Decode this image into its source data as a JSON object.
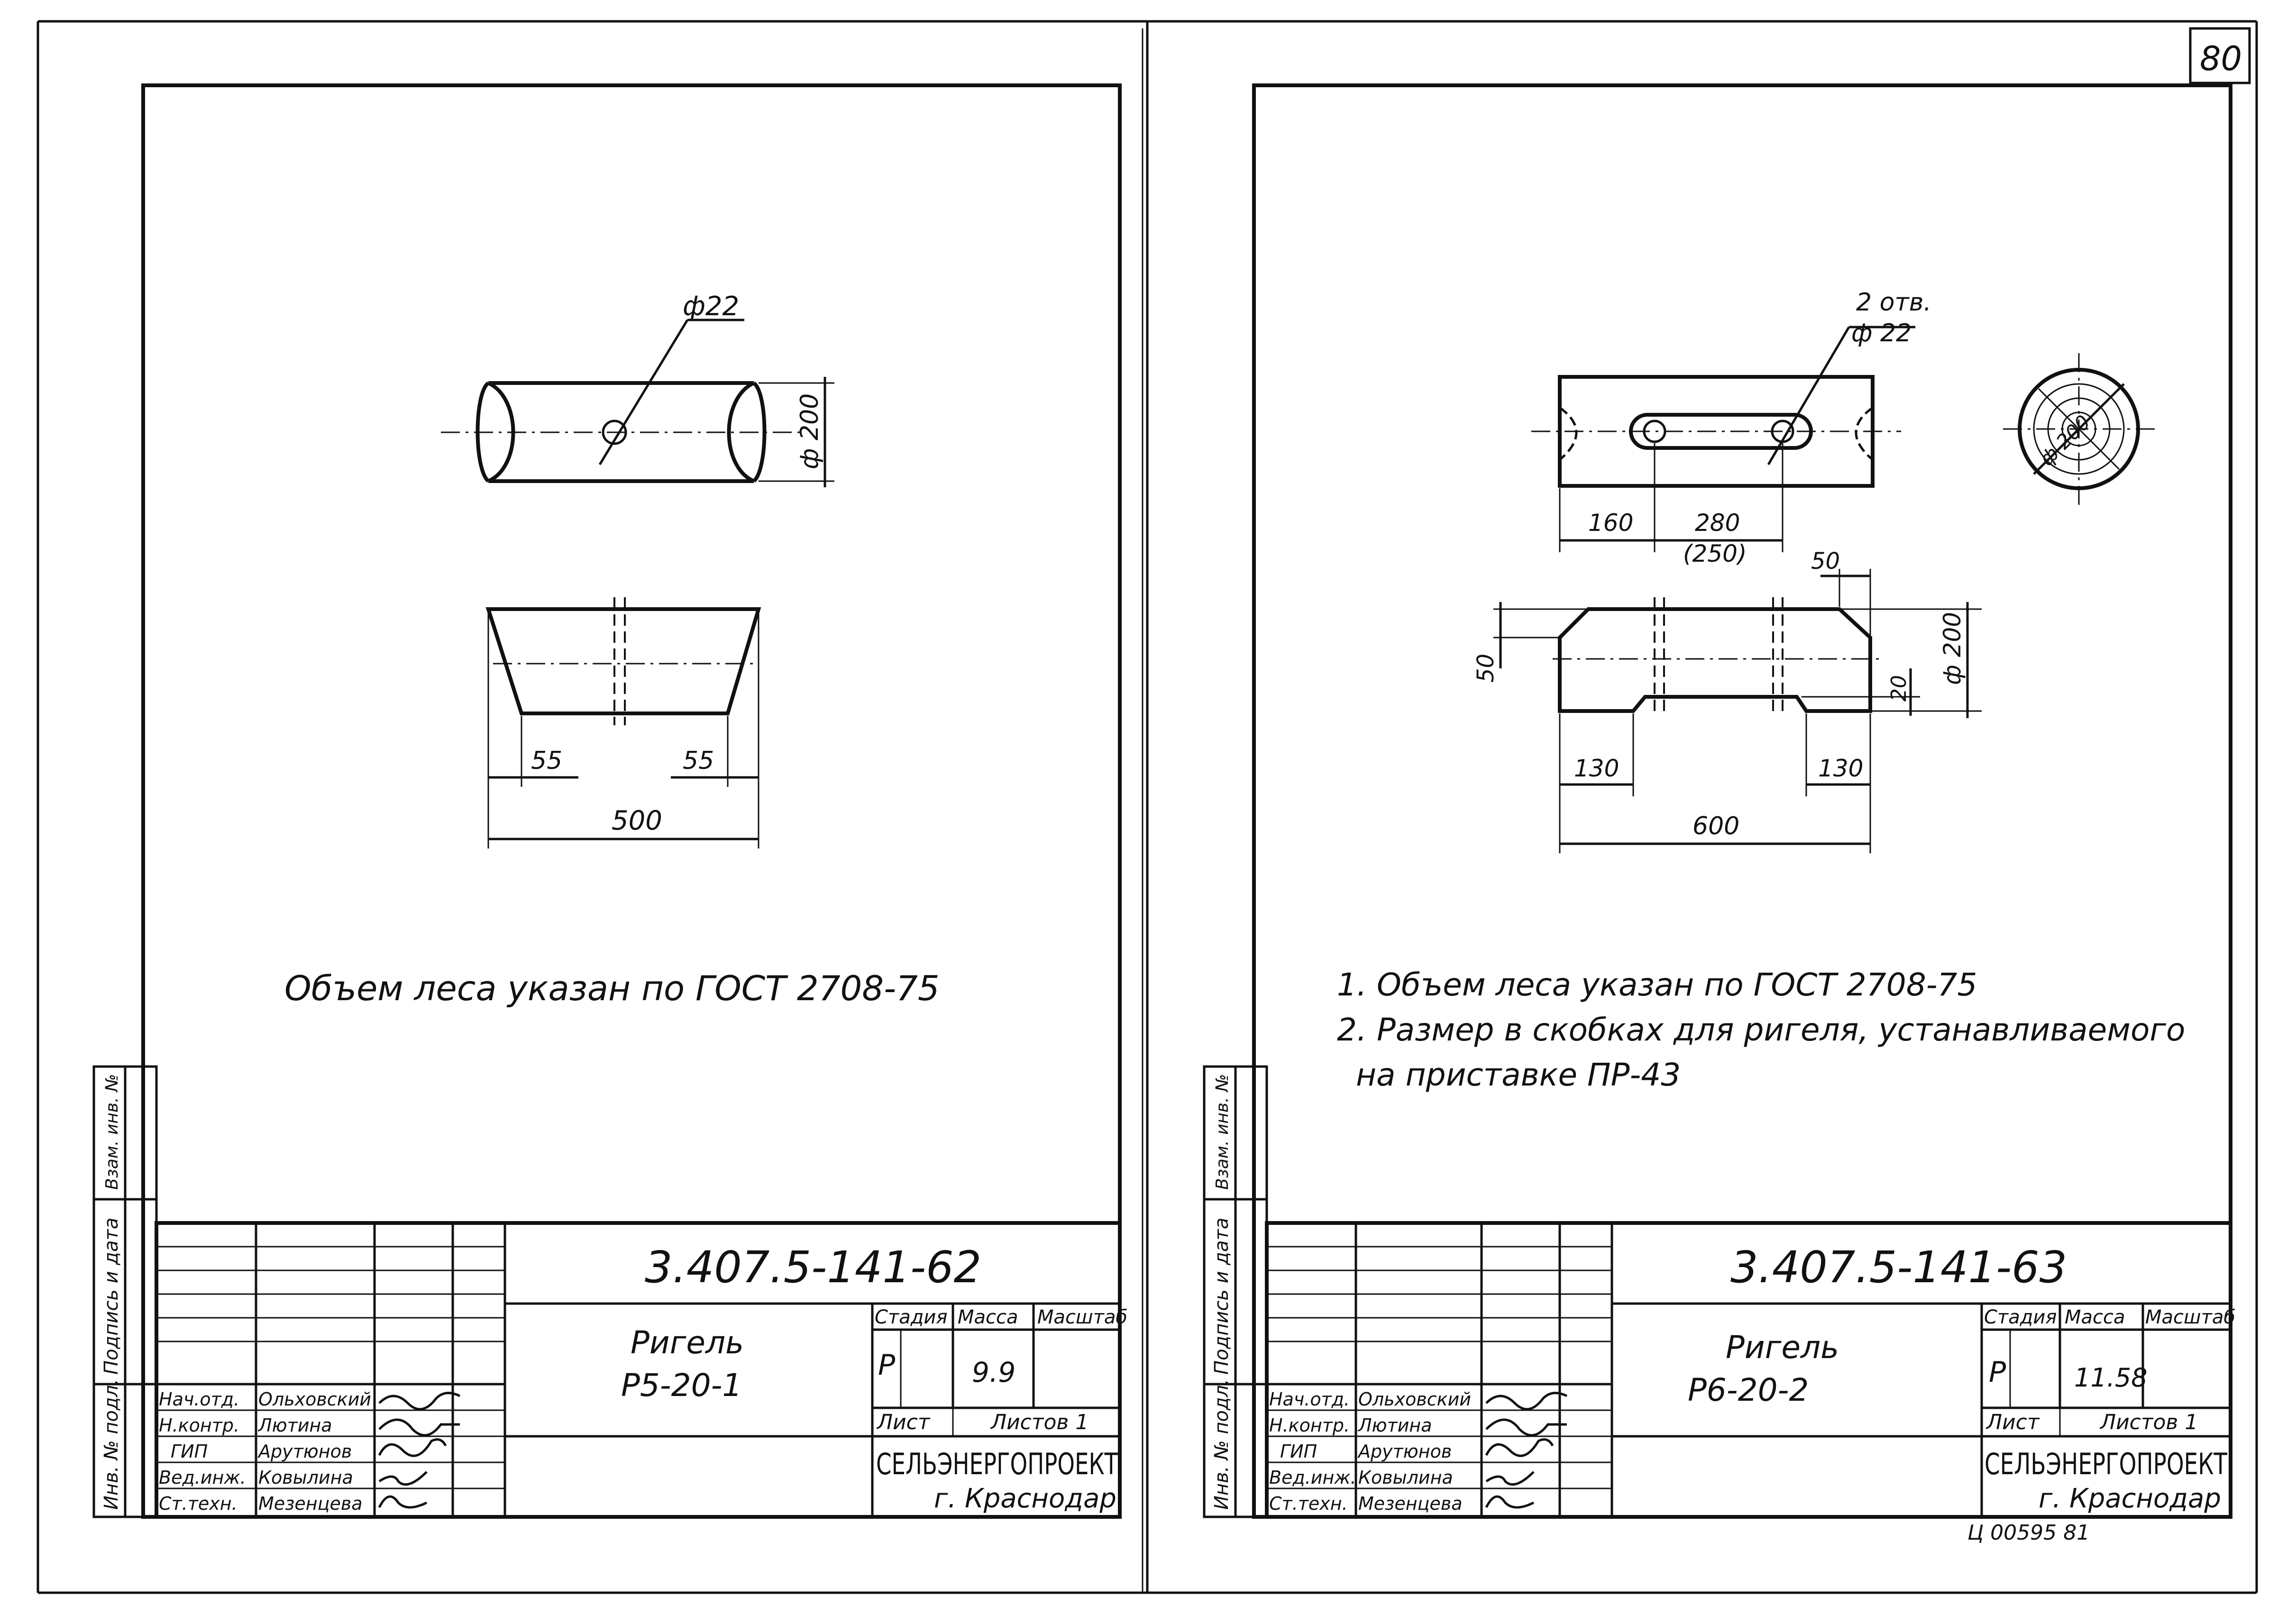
{
  "page_number": "80",
  "stamp_columns": {
    "inv_orig": "Инв. № подл.",
    "sign_date": "Подпись и дата",
    "replace_inv": "Взам. инв. №"
  },
  "left_sheet": {
    "drawing": {
      "hole_dia": "ф22",
      "dia": "ф 200",
      "chamfer_left": "55",
      "chamfer_right": "55",
      "length": "500"
    },
    "note": "Объем леса указан по ГОСТ 2708-75",
    "title_block": {
      "code": "3.407.5-141-62",
      "name_line1": "Ригель",
      "name_line2": "Р5-20-1",
      "stage_header": "Стадия",
      "mass_header": "Масса",
      "scale_header": "Масштаб",
      "stage_value": "Р",
      "mass_value": "9.9",
      "sheet_label": "Лист",
      "sheets_label": "Листов 1",
      "org_line1": "СЕЛЬЭНЕРГОПРОЕКТ",
      "org_line2": "г. Краснодар",
      "staff": [
        {
          "role": "Нач.отд.",
          "name": "Ольховский"
        },
        {
          "role": "Н.контр.",
          "name": "Лютина"
        },
        {
          "role": "ГИП",
          "name": "Арутюнов"
        },
        {
          "role": "Вед.инж.",
          "name": "Ковылина"
        },
        {
          "role": "Ст.техн.",
          "name": "Мезенцева"
        }
      ]
    }
  },
  "right_sheet": {
    "drawing": {
      "holes_label": "2 отв.",
      "hole_dia": "ф 22",
      "dim_160": "160",
      "dim_280": "280",
      "dim_250": "(250)",
      "dim_50_top": "50",
      "dim_50_left": "50",
      "dim_20": "20",
      "dia": "ф 200",
      "end_dia": "ф 200",
      "dim_130_left": "130",
      "dim_130_right": "130",
      "length": "600"
    },
    "notes": [
      "1. Объем леса указан по ГОСТ 2708-75",
      "2. Размер в скобках для ригеля, устанавливаемого",
      "на приставке ПР-43"
    ],
    "title_block": {
      "code": "3.407.5-141-63",
      "name_line1": "Ригель",
      "name_line2": "Р6-20-2",
      "stage_header": "Стадия",
      "mass_header": "Масса",
      "scale_header": "Масштаб",
      "stage_value": "Р",
      "mass_value": "11.58",
      "sheet_label": "Лист",
      "sheets_label": "Листов 1",
      "org_line1": "СЕЛЬЭНЕРГОПРОЕКТ",
      "org_line2": "г. Краснодар",
      "staff": [
        {
          "role": "Нач.отд.",
          "name": "Ольховский"
        },
        {
          "role": "Н.контр.",
          "name": "Лютина"
        },
        {
          "role": "ГИП",
          "name": "Арутюнов"
        },
        {
          "role": "Вед.инж.",
          "name": "Ковылина"
        },
        {
          "role": "Ст.техн.",
          "name": "Мезенцева"
        }
      ]
    },
    "footer_code": "Ц 00595   81"
  }
}
